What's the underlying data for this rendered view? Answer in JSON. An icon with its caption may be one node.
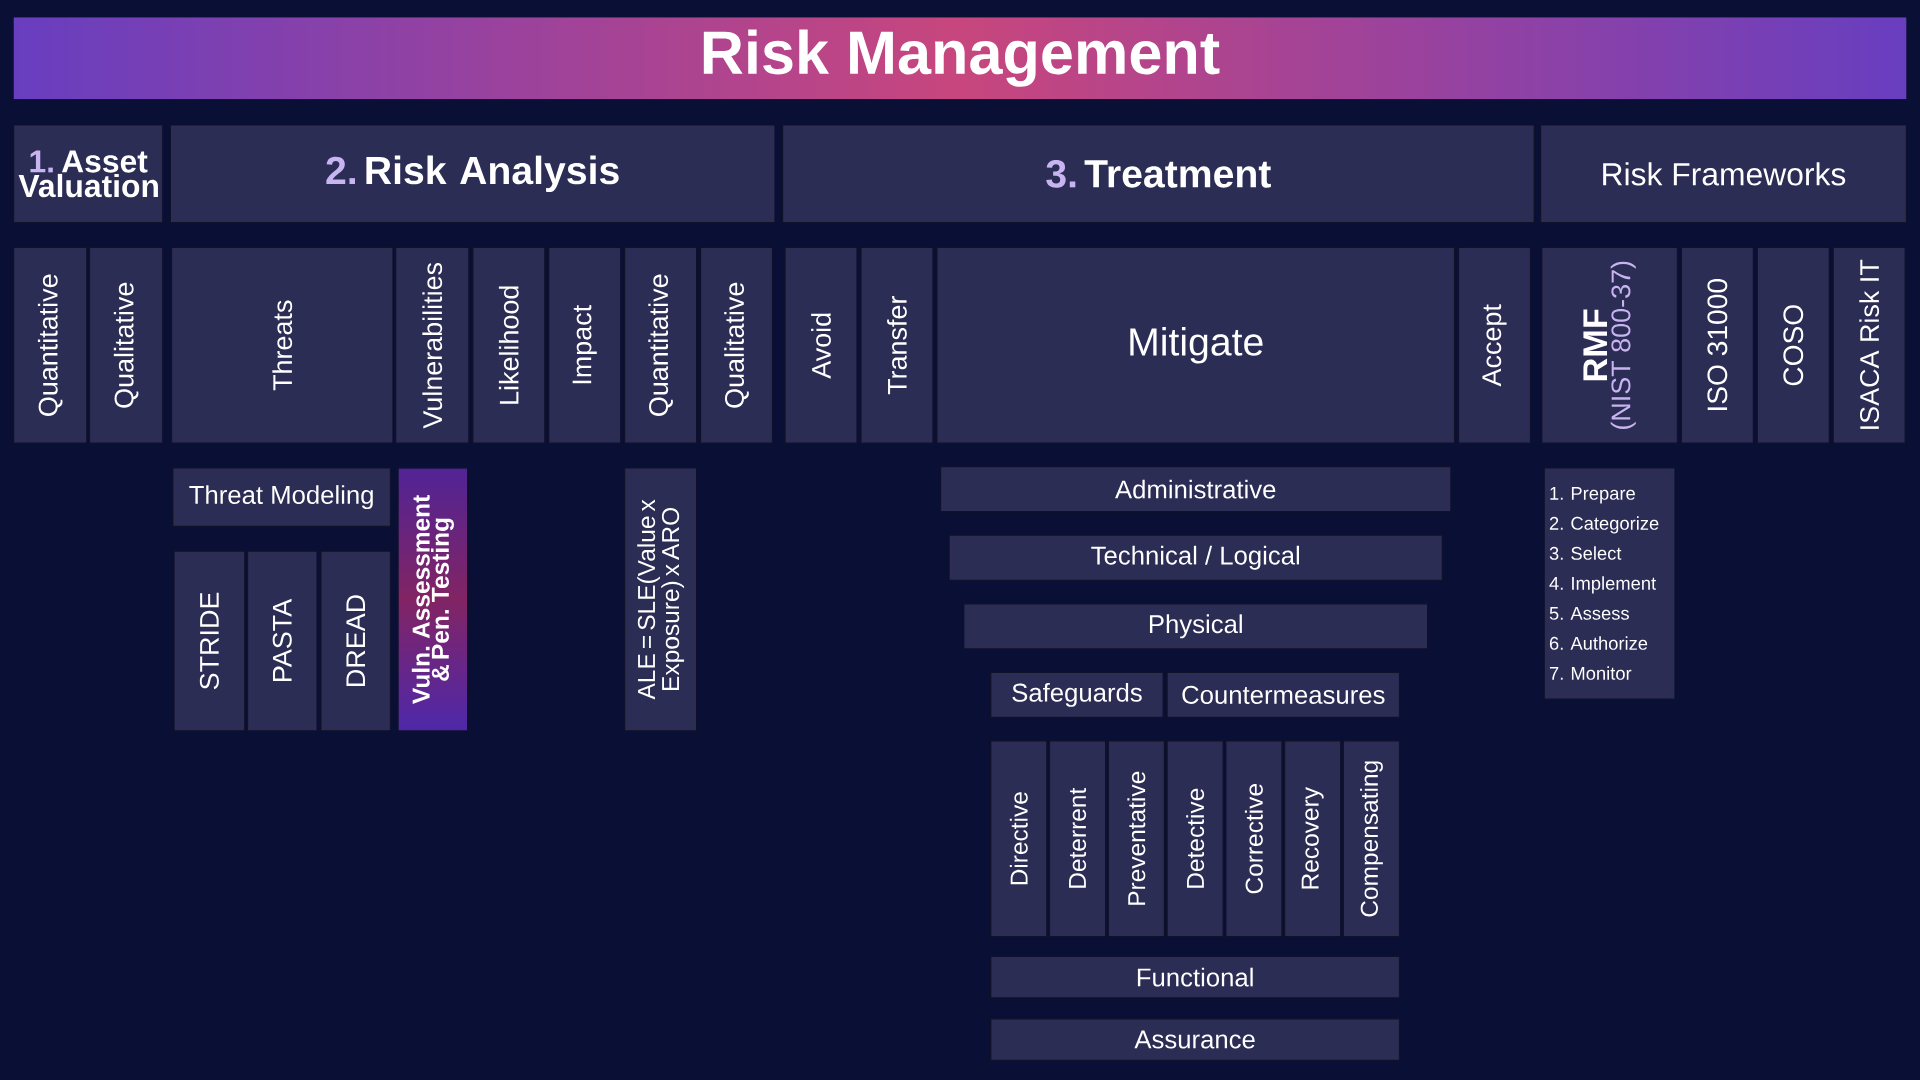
{
  "diagram": {
    "title": "Risk Management",
    "nodes": [
      {
        "text": [
          "1.",
          "Asset Valuation"
        ]
      },
      {
        "text": [
          "2.",
          "Risk Analysis"
        ]
      },
      {
        "text": [
          "3.",
          "Treatment"
        ]
      },
      {
        "text": [
          "Risk Frameworks"
        ]
      },
      {
        "text": [
          "Quantitative"
        ]
      },
      {
        "text": [
          "Qualitative"
        ]
      },
      {
        "text": [
          "Threats"
        ]
      },
      {
        "text": [
          "Vulnerabilities"
        ]
      },
      {
        "text": [
          "Likelihood"
        ]
      },
      {
        "text": [
          "Impact"
        ]
      },
      {
        "text": [
          "Quantitative"
        ]
      },
      {
        "text": [
          "Qualitative"
        ]
      },
      {
        "text": [
          "Avoid"
        ]
      },
      {
        "text": [
          "Transfer"
        ]
      },
      {
        "text": [
          "Mitigate"
        ]
      },
      {
        "text": [
          "Accept"
        ]
      },
      {
        "text": [
          "RMF",
          "(NIST 800-37)"
        ]
      },
      {
        "text": [
          "ISO 31000"
        ]
      },
      {
        "text": [
          "COSO"
        ]
      },
      {
        "text": [
          "ISACA Risk IT"
        ]
      },
      {
        "text": [
          "Threat Modeling"
        ]
      },
      {
        "text": [
          "STRIDE"
        ]
      },
      {
        "text": [
          "PASTA"
        ]
      },
      {
        "text": [
          "DREAD"
        ]
      },
      {
        "text": [
          "Vuln. Assessment & Pen. Testing"
        ]
      },
      {
        "text": [
          "ALE = SLE(Value x Exposure) x ARO"
        ]
      },
      {
        "text": [
          "Administrative"
        ]
      },
      {
        "text": [
          "Technical / Logical"
        ]
      },
      {
        "text": [
          "Physical"
        ]
      },
      {
        "text": [
          "Safeguards"
        ]
      },
      {
        "text": [
          "Countermeasures"
        ]
      },
      {
        "text": [
          "Directive"
        ]
      },
      {
        "text": [
          "Deterrent"
        ]
      },
      {
        "text": [
          "Preventative"
        ]
      },
      {
        "text": [
          "Detective"
        ]
      },
      {
        "text": [
          "Corrective"
        ]
      },
      {
        "text": [
          "Recovery"
        ]
      },
      {
        "text": [
          "Compensating"
        ]
      },
      {
        "text": [
          "Functional"
        ]
      },
      {
        "text": [
          "Assurance"
        ]
      },
      {
        "text": [
          "1. Prepare",
          "2. Categorize",
          "3. Select",
          "4. Implement",
          "5. Assess",
          "6. Authorize",
          "7. Monitor"
        ]
      }
    ],
    "edges": []
  }
}
